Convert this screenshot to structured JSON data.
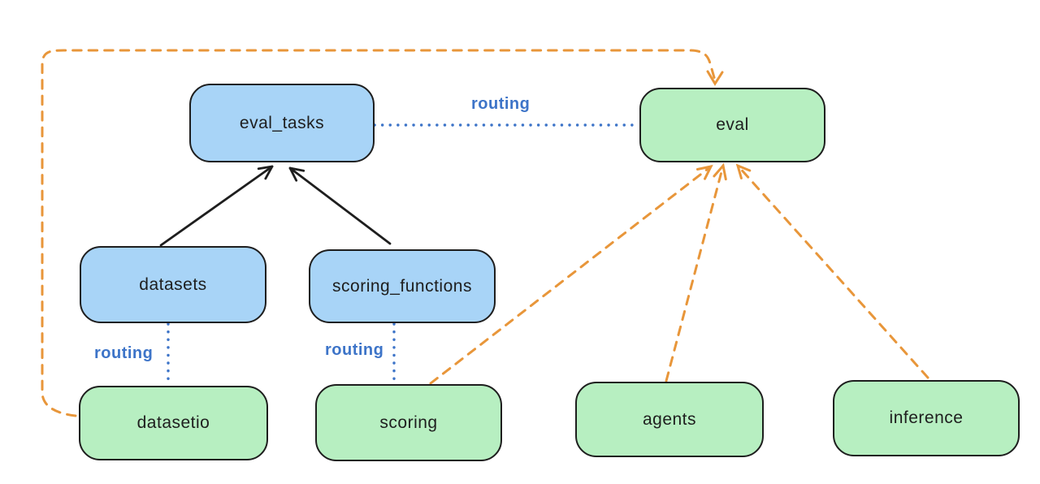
{
  "colors": {
    "background": "#ffffff",
    "blue_fill": "#a8d4f7",
    "green_fill": "#b7efc1",
    "stroke": "#1e1e1e",
    "routing_blue": "#3d74c8",
    "orange": "#e8963a"
  },
  "nodes": {
    "eval_tasks": {
      "label": "eval_tasks",
      "fill": "blue"
    },
    "eval": {
      "label": "eval",
      "fill": "green"
    },
    "datasets": {
      "label": "datasets",
      "fill": "blue"
    },
    "scoring_functions": {
      "label": "scoring_functions",
      "fill": "blue"
    },
    "datasetio": {
      "label": "datasetio",
      "fill": "green"
    },
    "scoring": {
      "label": "scoring",
      "fill": "green"
    },
    "agents": {
      "label": "agents",
      "fill": "green"
    },
    "inference": {
      "label": "inference",
      "fill": "green"
    }
  },
  "edge_labels": {
    "routing_eval_tasks_eval": "routing",
    "routing_datasets_datasetio": "routing",
    "routing_scoring_functions_scoring": "routing"
  },
  "edges": [
    {
      "from": "datasets",
      "to": "eval_tasks",
      "style": "solid-black-arrow"
    },
    {
      "from": "scoring_functions",
      "to": "eval_tasks",
      "style": "solid-black-arrow"
    },
    {
      "from": "eval_tasks",
      "to": "eval",
      "style": "dotted-blue",
      "label": "routing"
    },
    {
      "from": "datasets",
      "to": "datasetio",
      "style": "dotted-blue",
      "label": "routing"
    },
    {
      "from": "scoring_functions",
      "to": "scoring",
      "style": "dotted-blue",
      "label": "routing"
    },
    {
      "from": "datasetio",
      "to": "eval",
      "style": "dashed-orange-arrow"
    },
    {
      "from": "scoring",
      "to": "eval",
      "style": "dashed-orange-arrow"
    },
    {
      "from": "agents",
      "to": "eval",
      "style": "dashed-orange-arrow"
    },
    {
      "from": "inference",
      "to": "eval",
      "style": "dashed-orange-arrow"
    }
  ]
}
